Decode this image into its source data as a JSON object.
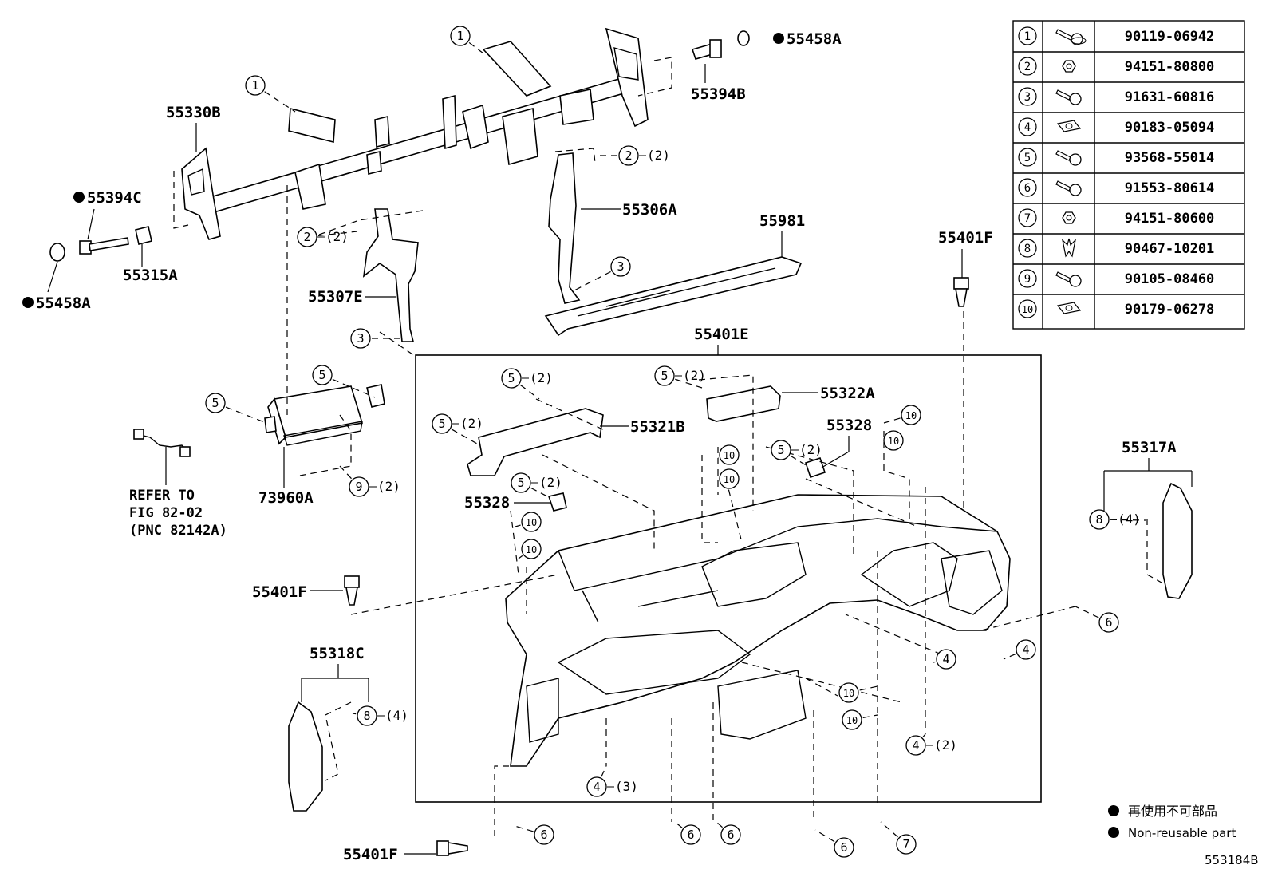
{
  "diagram_id": "553184B",
  "part_labels": {
    "p55458A_top": "55458A",
    "p55394B": "55394B",
    "p55330B": "55330B",
    "p55394C": "55394C",
    "p55315A": "55315A",
    "p55458A_left": "55458A",
    "p55306A": "55306A",
    "p55981": "55981",
    "p55401F_right": "55401F",
    "p55307E": "55307E",
    "p55401E": "55401E",
    "p55322A": "55322A",
    "p55321B": "55321B",
    "p55328_right": "55328",
    "p55328_left": "55328",
    "p73960A": "73960A",
    "p55317A": "55317A",
    "p55401F_left": "55401F",
    "p55318C": "55318C",
    "p55401F_bottom": "55401F"
  },
  "qty_labels": {
    "q2": "(2)",
    "q3": "(3)",
    "q4": "(4)"
  },
  "refer_note": {
    "line1": "REFER TO",
    "line2": "FIG 82-02",
    "line3": "(PNC 82142A)"
  },
  "fastener_table": [
    {
      "num": "1",
      "icon": "bolt-flange-icon",
      "part_no": "90119-06942"
    },
    {
      "num": "2",
      "icon": "nut-icon",
      "part_no": "94151-80800"
    },
    {
      "num": "3",
      "icon": "bolt-washer-icon",
      "part_no": "91631-60816"
    },
    {
      "num": "4",
      "icon": "u-nut-icon",
      "part_no": "90183-05094"
    },
    {
      "num": "5",
      "icon": "bolt-washer-icon",
      "part_no": "93568-55014"
    },
    {
      "num": "6",
      "icon": "bolt-washer-icon",
      "part_no": "91553-80614"
    },
    {
      "num": "7",
      "icon": "nut-icon",
      "part_no": "94151-80600"
    },
    {
      "num": "8",
      "icon": "clip-icon",
      "part_no": "90467-10201"
    },
    {
      "num": "9",
      "icon": "bolt-washer-icon",
      "part_no": "90105-08460"
    },
    {
      "num": "10",
      "icon": "u-nut-icon",
      "part_no": "90179-06278"
    }
  ],
  "legend": {
    "jp_text": "再使用不可部品",
    "en_text": "Non-reusable part"
  }
}
